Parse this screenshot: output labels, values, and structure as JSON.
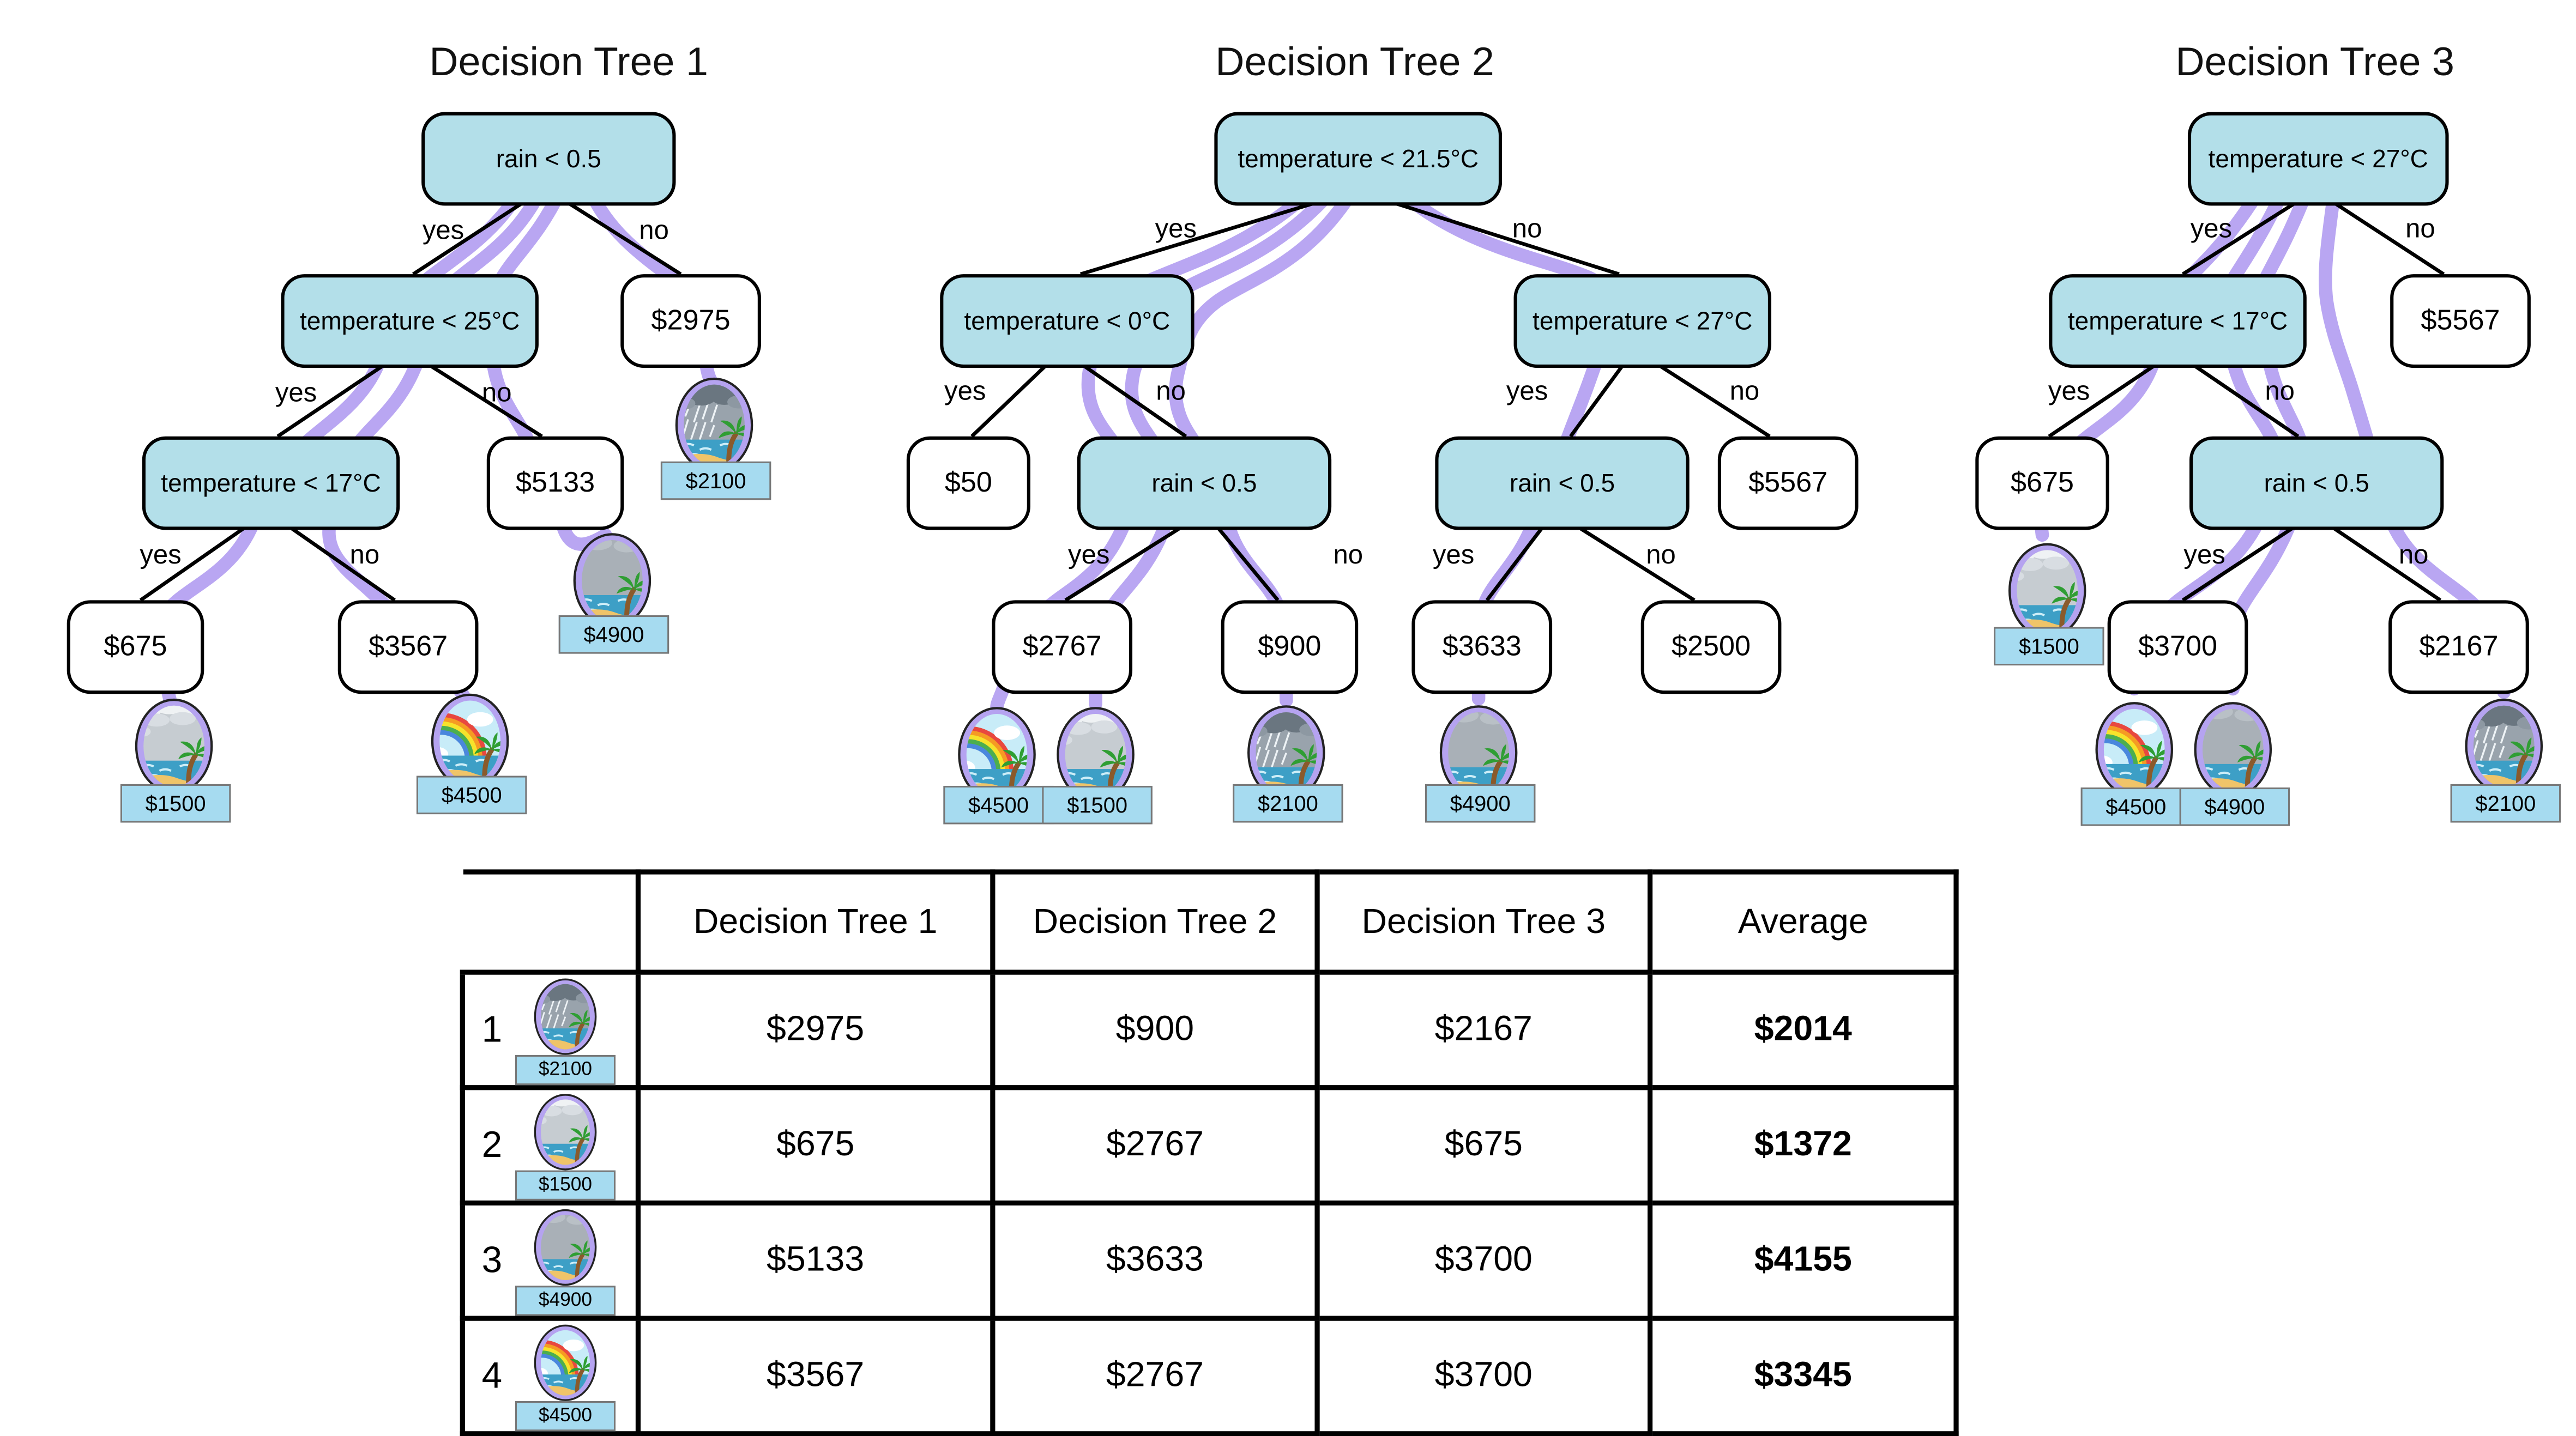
{
  "trees": [
    {
      "title": "Decision Tree 1",
      "nodes": {
        "root": "rain < 0.5",
        "l": "temperature < 25°C",
        "r": "$2975",
        "ll": "temperature < 17°C",
        "lr": "$5133",
        "lll": "$675",
        "llr": "$3567"
      }
    },
    {
      "title": "Decision Tree 2",
      "nodes": {
        "root": "temperature < 21.5°C",
        "l": "temperature < 0°C",
        "r": "temperature < 27°C",
        "ll": "$50",
        "lr": "rain < 0.5",
        "rl": "rain < 0.5",
        "rr": "$5567",
        "lrl": "$2767",
        "lrr": "$900",
        "rll": "$3633",
        "rlr": "$2500"
      }
    },
    {
      "title": "Decision Tree 3",
      "nodes": {
        "root": "temperature < 27°C",
        "l": "temperature < 17°C",
        "r": "$5567",
        "ll": "$675",
        "lr": "rain < 0.5",
        "lrl": "$3700",
        "lrr": "$2167"
      }
    }
  ],
  "branch_labels": {
    "yes": "yes",
    "no": "no"
  },
  "data_points": [
    {
      "row": "1",
      "price_label": "$2100",
      "weather": "stormy-beach"
    },
    {
      "row": "2",
      "price_label": "$1500",
      "weather": "cloudy-beach"
    },
    {
      "row": "3",
      "price_label": "$4900",
      "weather": "overcast-beach"
    },
    {
      "row": "4",
      "price_label": "$4500",
      "weather": "rainbow-beach"
    }
  ],
  "table": {
    "col_headers": [
      "Decision Tree 1",
      "Decision Tree 2",
      "Decision Tree 3",
      "Average"
    ],
    "rows": [
      {
        "num": "1",
        "icon_price": "$2100",
        "dt1": "$2975",
        "dt2": "$900",
        "dt3": "$2167",
        "avg": "$2014"
      },
      {
        "num": "2",
        "icon_price": "$1500",
        "dt1": "$675",
        "dt2": "$2767",
        "dt3": "$675",
        "avg": "$1372"
      },
      {
        "num": "3",
        "icon_price": "$4900",
        "dt1": "$5133",
        "dt2": "$3633",
        "dt3": "$3700",
        "avg": "$4155"
      },
      {
        "num": "4",
        "icon_price": "$4500",
        "dt1": "$3567",
        "dt2": "$2767",
        "dt3": "$3700",
        "avg": "$3345"
      }
    ]
  },
  "colors": {
    "decision_node_fill": "#b3dfe9",
    "flow_path_purple": "#b9a6f2",
    "icon_ring_purple": "#b5a3f0",
    "icon_label_bg": "#a6dbf0"
  }
}
